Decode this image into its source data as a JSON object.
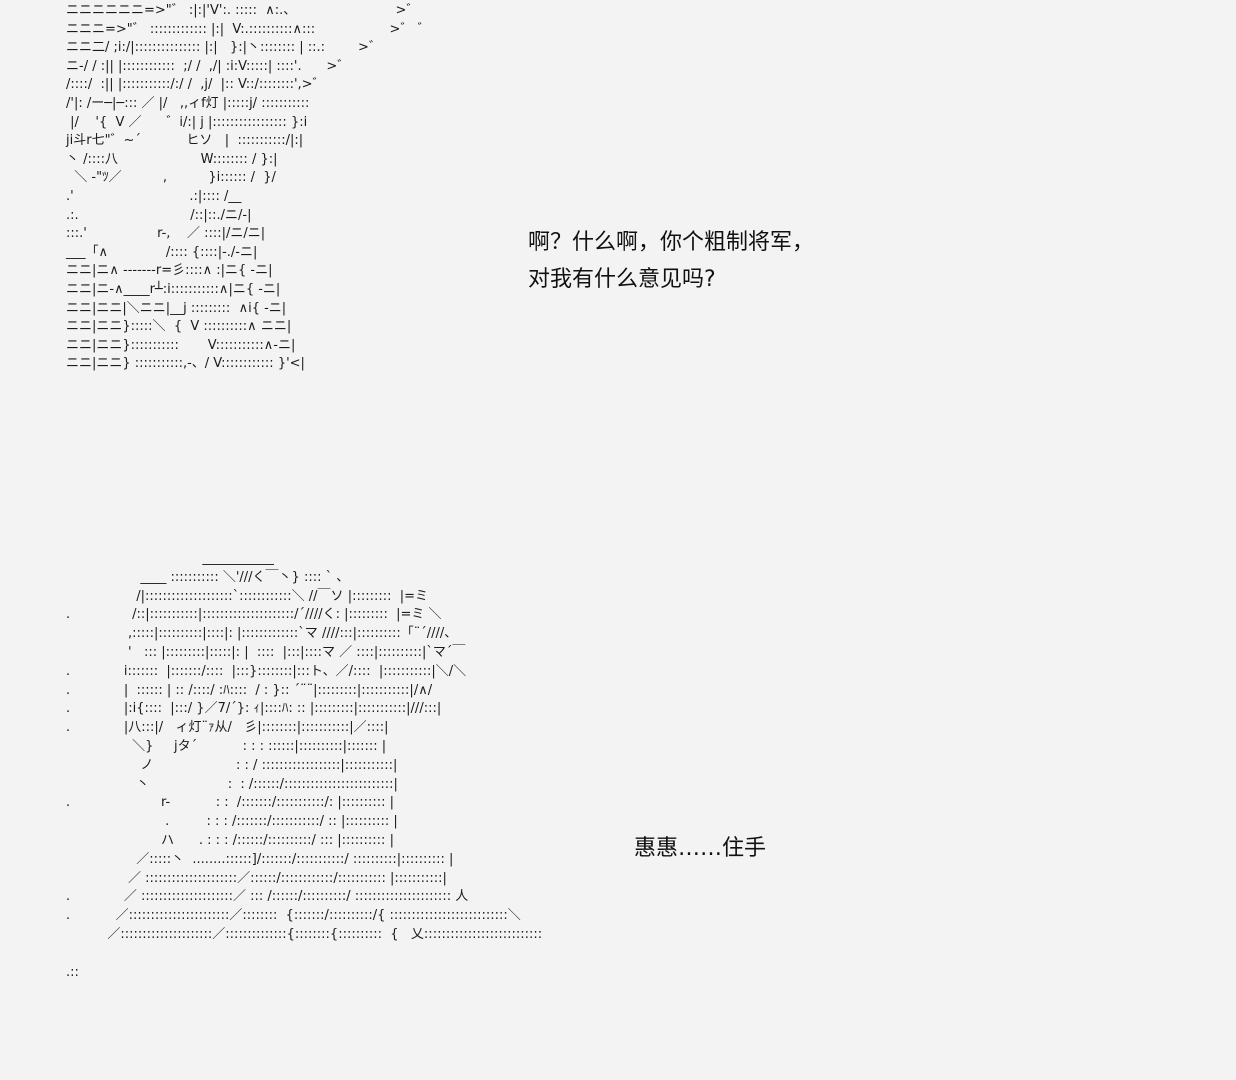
{
  "scene_1": {
    "ascii_art": "ニニニニニニ=>\"゛ :|:|'V':. :::::  ∧:.、                        >゛\nニニニ=>\"゛ ::::::::::::: |:|  V:.::::::::::∧:::                  >゛ ゛\nニニ二/ ;i:/|::::::::::::::: |:|   }:|丶:::::::: | ::.:        >゛\nニ-/ / :|| |::::::::::::  ;/ /  ,/| :i:V:::::| ::::'.      >゛\n/::::/  :|| |:::::::::::/:/ /  ,j/  |:: V::/::::::::',>゛\n/'|: /ー─|─::: ／ |/   ,,ィf灯 |:::::j/ :::::::::::\n |/    '{  V ／      ゛i/:| j |::::::::::::::::: }:i\nji斗r七\"゛~´           ヒソ   |  :::::::::::/|:|\n丶 /::::八                    W:::::::: / }:|\n  ＼ -\"ﾂ／          ,          }i:::::: /  }/\n.'                            .:|:::: /__\n.:.                           /::|::./ニ/-|\n:::.'                 r-,    ／ ::::|/ニ/ニ|\n___「∧              /:::: {::::|-./-ニ|\nニニ|ニ∧ -------r=彡::::∧ :|ニ{ -ニ|\nニニ|ニ-∧____r┴:i:::::::::::∧|ニ{ -ニ|\nニニ|ニニ|＼ニニ|__j :::::::::  ∧i{ -ニ|\nニニ|ニニ}:::::＼  {  V ::::::::::∧ ニニ|\nニニ|ニニ}:::::::::::       V:::::::::::∧-ニ|\nニニ|ニニ} :::::::::::,-、/ V:::::::::::: }'<|",
    "dialogue": "啊？什么啊，你个粗制将军，\n对我有什么意见吗?"
  },
  "scene_2": {
    "ascii_art": "                                 ___________\n                  ____ ::::::::::: ＼'///く￣丶} :::: ` 、\n                 /|::::::::::::::::::::`::::::::::::＼ //￣ソ |:::::::::  |=ミ\n.               /::|:::::::::::|:::::::::::::::::::::/´////く: |:::::::::  |=ミ ＼\n               ,:::::|::::::::::|::::|: |:::::::::::::`マ ////:::|::::::::::「¨´////、\n               '   ::: |:::::::::|:::::|: |  ::::  |:::|::::マ ／ ::::|::::::::::|`マ´￣\n.             i:::::::  |:::::::/::::  |:::}::::::::|:::ト、／/::::  |:::::::::::|＼/＼\n.             |  :::::: | :: /::::/ :ﾊ::::  / : }:: ´¨¨|:::::::::|:::::::::::|/∧/\n.             |:i{::::  |:::/ }／7/´}: ｨ|::::ﾊ: :: |:::::::::|:::::::::::|///:::|\n.             |八:::|/   ィ灯¨ｧ从/   彡|::::::::|:::::::::::|／::::|\n                ＼}     jタ´           : : : ::::::|::::::::::|::::::: |\n                  ノ                    : : / ::::::::::::::::::|:::::::::::|\n                 丶                   :  : /::::::/:::::::::::::::::::::::::|\n.                      r-           : :  /:::::::/:::::::::::/: |:::::::::: |\n                        .         : : : /:::::::/:::::::::::/ :: |:::::::::: |\n                       ハ      . : : : /::::::/::::::::::/ ::: |:::::::::: |\n                 ／:::::丶  ........::::::]/:::::::/:::::::::::/ ::::::::::|:::::::::: |\n               ／ :::::::::::::::::::::／::::::/::::::::::::/::::::::::: |:::::::::::|\n.             ／ :::::::::::::::::::::／ ::: /::::::/::::::::::/ :::::::::::::::::::::: 人\n.           ／:::::::::::::::::::::::／::::::::  {:::::::/::::::::::/{ :::::::::::::::::::::::::::＼\n          ／:::::::::::::::::::::／::::::::::::::{::::::::{::::::::::  {   乂:::::::::::::::::::::::::::\n\n.::",
    "dialogue": "惠惠……住手"
  }
}
